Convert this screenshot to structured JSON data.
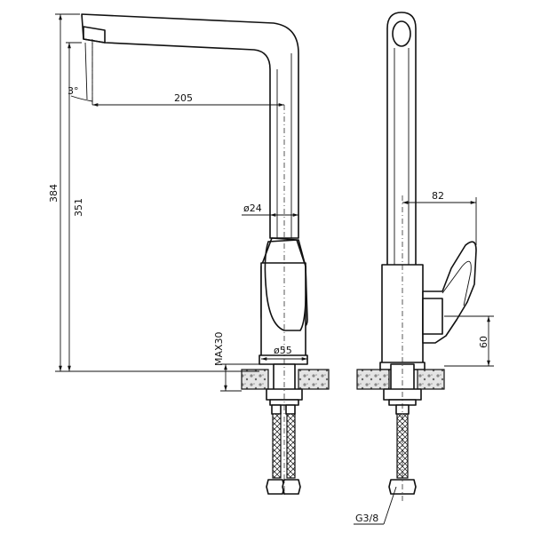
{
  "dimensions": {
    "angle": "3°",
    "spout_reach": "205",
    "total_height": "384",
    "spout_height": "351",
    "tube_diameter": "ø24",
    "base_diameter": "ø55",
    "deck_max": "MAX30",
    "handle_reach": "82",
    "handle_height": "60",
    "thread": "G3/8"
  }
}
